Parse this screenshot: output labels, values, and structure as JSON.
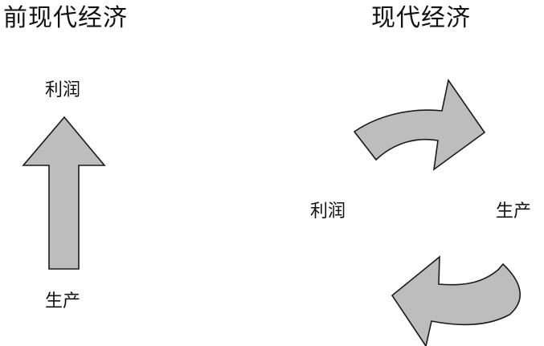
{
  "titles": {
    "left": "前现代经济",
    "right": "现代经济"
  },
  "left_diagram": {
    "top_label": "利润",
    "bottom_label": "生产"
  },
  "right_diagram": {
    "left_label": "利润",
    "right_label": "生产"
  },
  "colors": {
    "arrow_fill": "#bdbdbd",
    "arrow_stroke": "#1a1a1a",
    "text": "#111111",
    "background": "#ffffff"
  }
}
